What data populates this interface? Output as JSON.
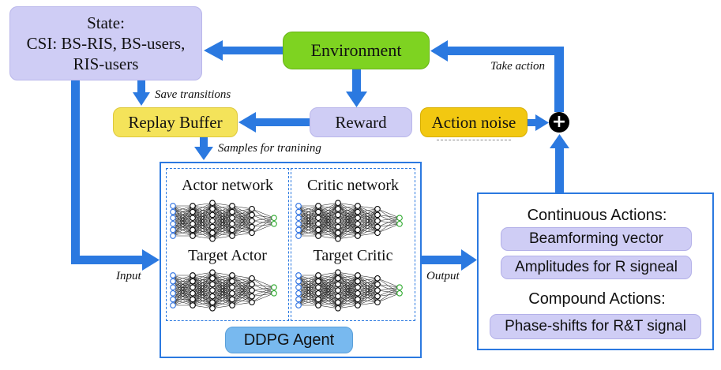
{
  "state": {
    "title": "State:",
    "line1": "CSI: BS-RIS, BS-users,",
    "line2": "RIS-users"
  },
  "environment": "Environment",
  "replay_buffer": "Replay Buffer",
  "reward": "Reward",
  "action_noise": "Action noise",
  "plus": "+",
  "labels": {
    "take_action": "Take action",
    "save_transitions": "Save transitions",
    "samples": "Samples for tranining",
    "input": "Input",
    "output": "Output"
  },
  "agent": {
    "actor_network": "Actor network",
    "target_actor": "Target Actor",
    "critic_network": "Critic network",
    "target_critic": "Target Critic",
    "name": "DDPG Agent"
  },
  "actions": {
    "continuous_title": "Continuous Actions:",
    "beamforming": "Beamforming vector",
    "amplitudes": "Amplitudes for R signeal",
    "compound_title": "Compound Actions:",
    "phase_shifts": "Phase-shifts for R&T signal"
  },
  "colors": {
    "arrow": "#2b79e0",
    "state": "#cfcdf5",
    "environment": "#7ed321",
    "replay_buffer": "#f4e35a",
    "action_noise": "#f2c811",
    "ddpg_agent": "#78b9ef",
    "input_neuron": "#2b6fe0",
    "output_neuron": "#2aa82a"
  }
}
